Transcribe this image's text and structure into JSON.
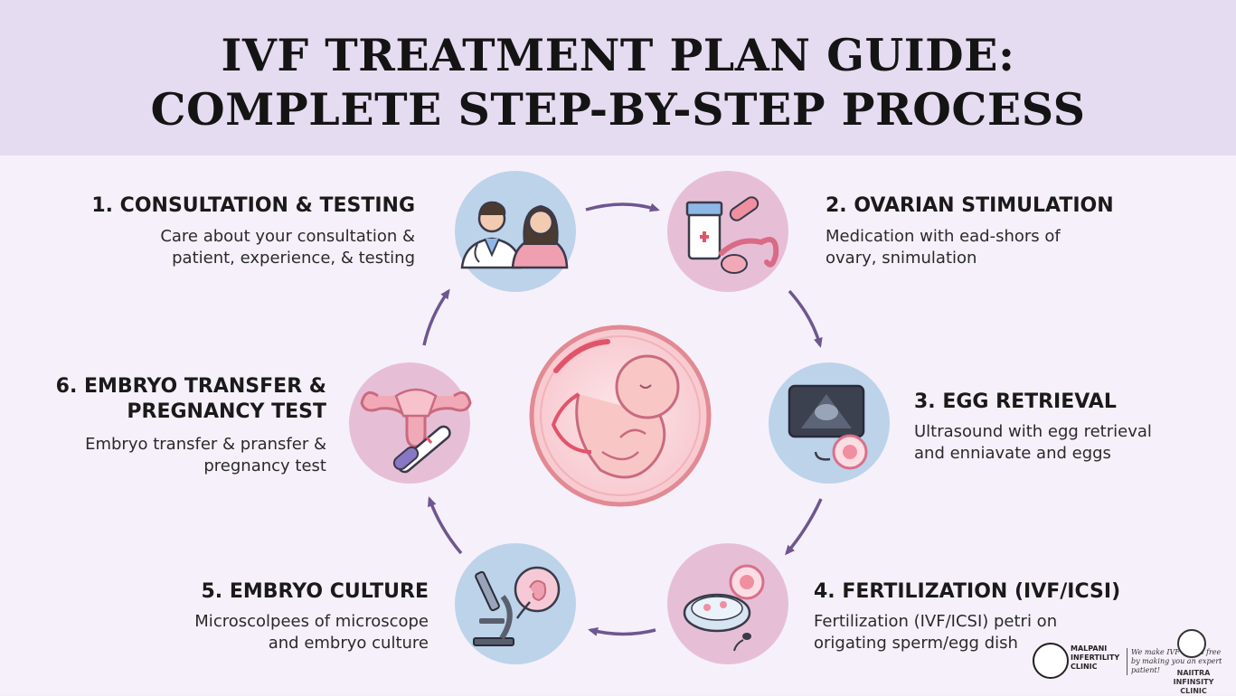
{
  "header": {
    "title_line1": "IVF TREATMENT PLAN GUIDE:",
    "title_line2": "COMPLETE STEP-BY-STEP PROCESS"
  },
  "steps": [
    {
      "title": "1. CONSULTATION & TESTING",
      "desc1": "Care about your consultation &",
      "desc2": "patient, experience, & testing"
    },
    {
      "title": "2. OVARIAN STIMULATION",
      "desc1": "Medication with ead-shors of",
      "desc2": "ovary, snimulation"
    },
    {
      "title": "3. EGG RETRIEVAL",
      "desc1": "Ultrasound with egg retrieval",
      "desc2": "and enniavate and eggs"
    },
    {
      "title": "4. FERTILIZATION (IVF/ICSI)",
      "desc1": "Fertilization (IVF/ICSI) petri on",
      "desc2": "origating sperm/egg dish"
    },
    {
      "title": "5. EMBRYO CULTURE",
      "desc1": "Microscolpees of microscope",
      "desc2": "and embryo culture"
    },
    {
      "title_line1": "6. EMBRYO TRANSFER &",
      "title_line2": "PREGNANCY TEST",
      "desc1": "Embryo transfer & pransfer &",
      "desc2": "pregnancy test"
    }
  ],
  "logos": {
    "left_name_line1": "MALPANI",
    "left_name_line2": "INFERTILITY",
    "left_name_line3": "CLINIC",
    "left_tagline": "We make IVF stress free by making you an expert patient!",
    "right_name_line1": "NAIITRA INFINSITY",
    "right_name_line2": "CLINIC"
  },
  "colors": {
    "header_bg": "#e6dcf1",
    "page_bg": "#f6f0fa",
    "blue_circle": "#bcd3ea",
    "pink_circle": "#e6bfd7",
    "arrow": "#6e5690",
    "embryo_ring": "#e28a94"
  }
}
